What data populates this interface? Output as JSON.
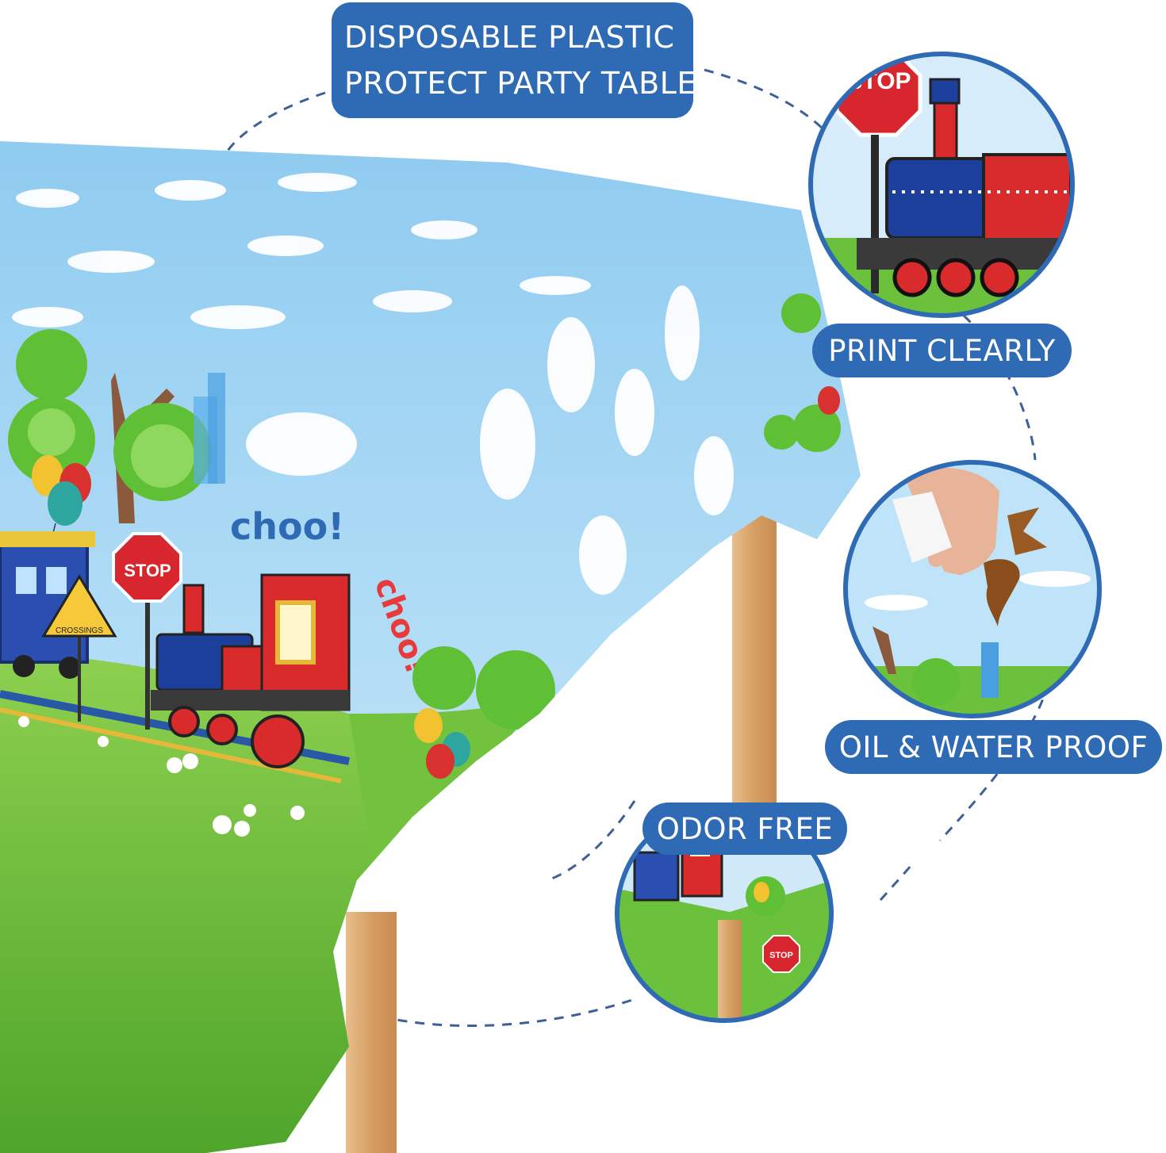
{
  "callouts": {
    "top_label_line1": "DISPOSABLE PLASTIC",
    "top_label_line2": "PROTECT PARTY TABLE",
    "print_clearly": "PRINT CLEARLY",
    "oil_water_proof": "OIL & WATER PROOF",
    "odor_free": "ODOR FREE"
  },
  "tablecloth_text": {
    "choo_main": "choo!",
    "choo_fold": "choo!",
    "stop_main": "STOP",
    "stop_fold": "STOP",
    "crossings": "CROSSINGS",
    "zoom_stop_top": "STOP",
    "zoom_stop_bottom": "STOP"
  },
  "colors": {
    "brand_blue": "#2f6ab5",
    "dashed_line": "#3f5f9a",
    "sky": "#a9d8f3",
    "grass": "#6cc13c",
    "table_wood": "#d9a46a",
    "stop_red": "#d7262e",
    "train_red": "#d92b2b",
    "train_blue": "#1d3f9c"
  },
  "icons": [
    "train-icon",
    "stop-sign-icon",
    "balloon-icon",
    "tree-icon",
    "hand-icon",
    "crossing-sign-icon"
  ]
}
